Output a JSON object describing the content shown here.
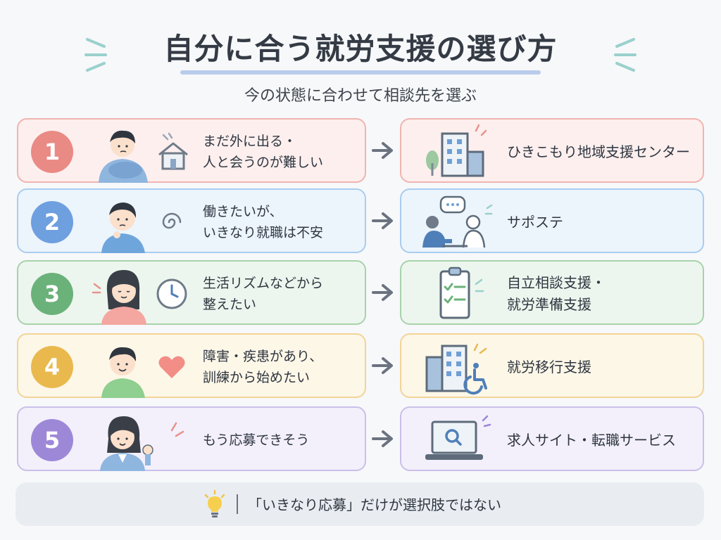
{
  "title": "自分に合う就労支援の選び方",
  "subtitle": "今の状態に合わせて相談先を選ぶ",
  "rows": [
    {
      "number": "1",
      "condition": "まだ外に出る・\n人と会うのが難しい",
      "destination": "ひきこもり地域支援センター"
    },
    {
      "number": "2",
      "condition": "働きたいが、\nいきなり就職は不安",
      "destination": "サポステ"
    },
    {
      "number": "3",
      "condition": "生活リズムなどから\n整えたい",
      "destination": "自立相談支援・\n就労準備支援"
    },
    {
      "number": "4",
      "condition": "障害・疾患があり、\n訓練から始めたい",
      "destination": "就労移行支援"
    },
    {
      "number": "5",
      "condition": "もう応募できそう",
      "destination": "求人サイト・転職サービス"
    }
  ],
  "footer": "「いきなり応募」だけが選択肢ではない",
  "icons": {
    "row1": {
      "person": "person-hugging-knees-icon",
      "deco": "house-icon",
      "dest": "building-icon"
    },
    "row2": {
      "person": "worried-person-icon",
      "deco": "swirl-icon",
      "dest": "consultation-icon"
    },
    "row3": {
      "person": "calm-woman-icon",
      "deco": "clock-icon",
      "dest": "checklist-clipboard-icon"
    },
    "row4": {
      "person": "smiling-person-icon",
      "deco": "heart-icon",
      "dest": "building-wheelchair-icon"
    },
    "row5": {
      "person": "confident-woman-icon",
      "deco": "sparkle-icon",
      "dest": "laptop-search-icon"
    },
    "footer": "lightbulb-icon",
    "arrow": "arrow-right-icon"
  },
  "colors": {
    "row1": {
      "bg": "#fcefee",
      "border": "#f0b4b0",
      "circle": "#ea8a85"
    },
    "row2": {
      "bg": "#ecf4fc",
      "border": "#a9cdef",
      "circle": "#6e9fdf"
    },
    "row3": {
      "bg": "#edf6ee",
      "border": "#a7d3ab",
      "circle": "#6bb27a"
    },
    "row4": {
      "bg": "#fdf7e8",
      "border": "#f2d496",
      "circle": "#e9b94e"
    },
    "row5": {
      "bg": "#f3f0fb",
      "border": "#cbbfe9",
      "circle": "#9d88d8"
    },
    "title_underline": "#b9ccec",
    "footer_bg": "#e9edf2"
  }
}
